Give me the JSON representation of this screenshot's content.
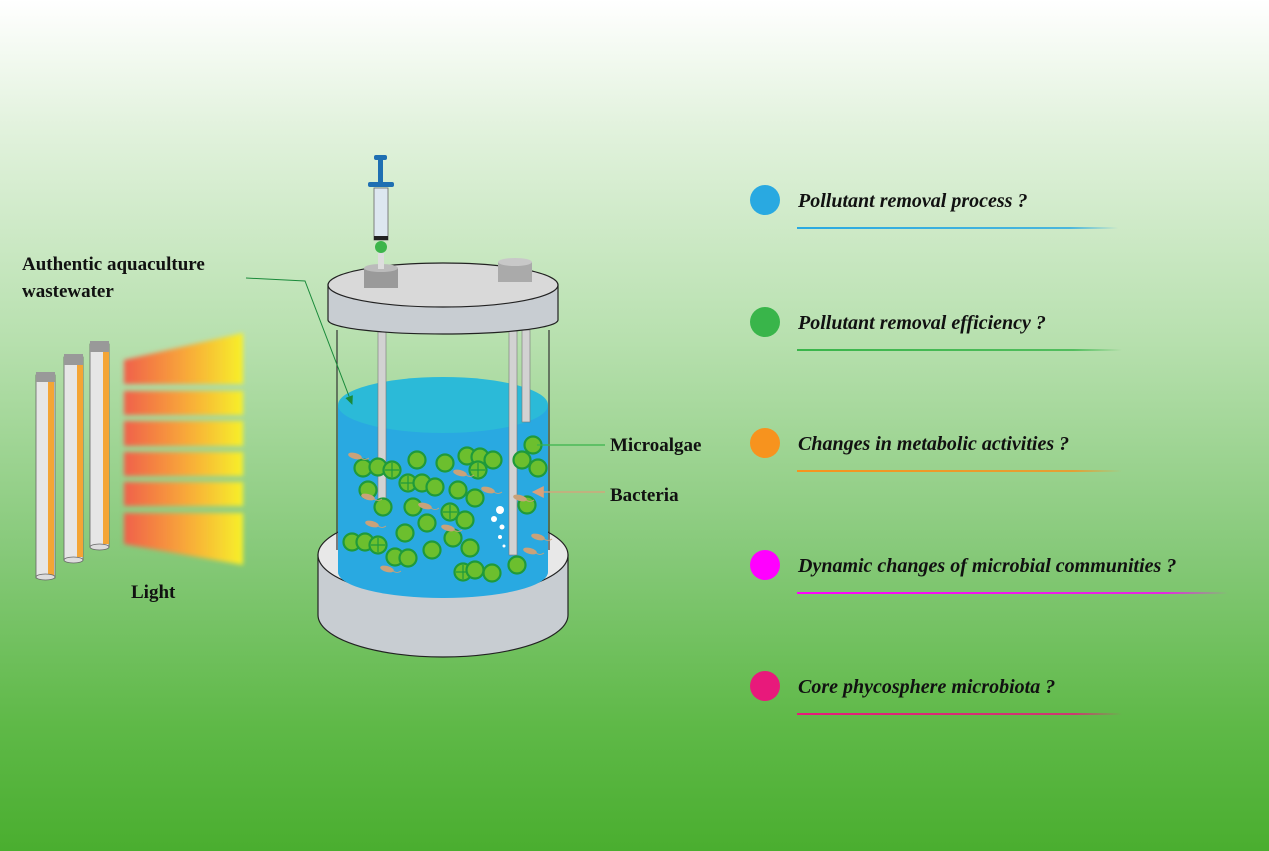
{
  "labels": {
    "wastewater_line1": "Authentic aquaculture",
    "wastewater_line2": "wastewater",
    "light": "Light",
    "microalgae": "Microalgae",
    "bacteria": "Bacteria"
  },
  "questions": [
    {
      "text": "Pollutant removal process ?",
      "color": "#29a9e1"
    },
    {
      "text": "Pollutant removal efficiency ?",
      "color": "#39b54a"
    },
    {
      "text": "Changes in metabolic activities ?",
      "color": "#f7931e"
    },
    {
      "text": "Dynamic changes of microbial communities ?",
      "color": "#ff00ff"
    },
    {
      "text": "Core phycosphere microbiota ?",
      "color": "#e8197b"
    }
  ]
}
